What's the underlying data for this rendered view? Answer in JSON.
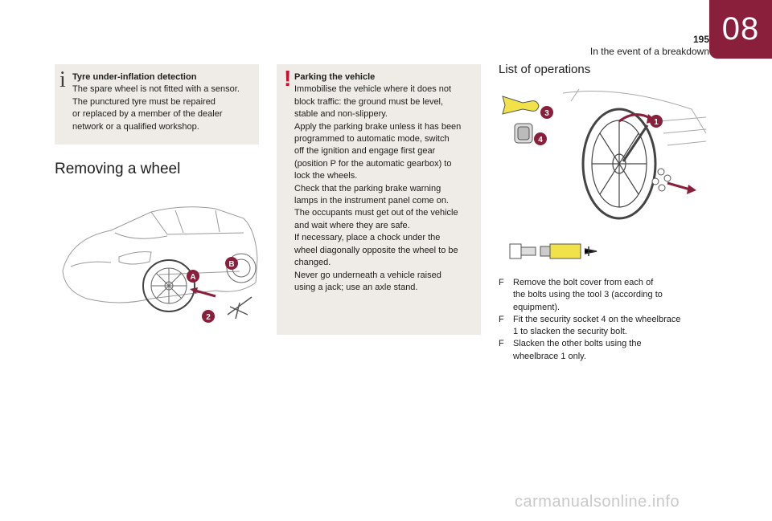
{
  "header": {
    "page_number": "195",
    "section_title": "In the event of a breakdown",
    "chapter": "08"
  },
  "info_box": {
    "icon": "info-icon",
    "title": "Tyre under-inflation detection",
    "lines": [
      "The spare wheel is not fitted with a sensor.",
      "The punctured tyre must be repaired",
      "or replaced by a member of the dealer",
      "network or a qualified workshop."
    ]
  },
  "heading_removing": "Removing a wheel",
  "car_figure": {
    "labels": [
      "A",
      "B",
      "2"
    ]
  },
  "warning_box": {
    "icon": "warning-icon",
    "title": "Parking the vehicle",
    "lines": [
      "Immobilise the vehicle where it does not",
      "block traffic: the ground must be level,",
      "stable and non-slippery.",
      "Apply the parking brake unless it has been",
      "programmed to automatic mode, switch",
      "off the ignition and engage first gear",
      "(position P for the automatic gearbox) to",
      "lock the wheels.",
      "Check that the parking brake warning",
      "lamps in the instrument panel come on.",
      "The occupants must get out of the vehicle",
      "and wait where they are safe.",
      "If necessary, place a chock under the",
      "wheel diagonally opposite the wheel to be",
      "changed.",
      "Never go underneath a vehicle raised",
      "using a jack; use an axle stand."
    ]
  },
  "heading_list": "List of operations",
  "wheel_figure": {
    "labels": [
      "3",
      "4",
      "1"
    ]
  },
  "operations": [
    {
      "mark": "F",
      "lines": [
        "Remove the bolt cover from each of",
        "the bolts using the tool 3 (according to",
        "equipment)."
      ]
    },
    {
      "mark": "F",
      "lines": [
        "Fit the security socket 4 on the wheelbrace",
        "1 to slacken the security bolt."
      ]
    },
    {
      "mark": "F",
      "lines": [
        "Slacken the other bolts using the",
        "wheelbrace 1 only."
      ]
    }
  ],
  "watermark": "carmanualsonline.info",
  "colors": {
    "chapter_tab": "#8a1f3c",
    "box_background": "#efebe6",
    "warning_red": "#c8102e",
    "label_badge": "#8a1f3c",
    "tool_yellow": "#f2e24a"
  }
}
